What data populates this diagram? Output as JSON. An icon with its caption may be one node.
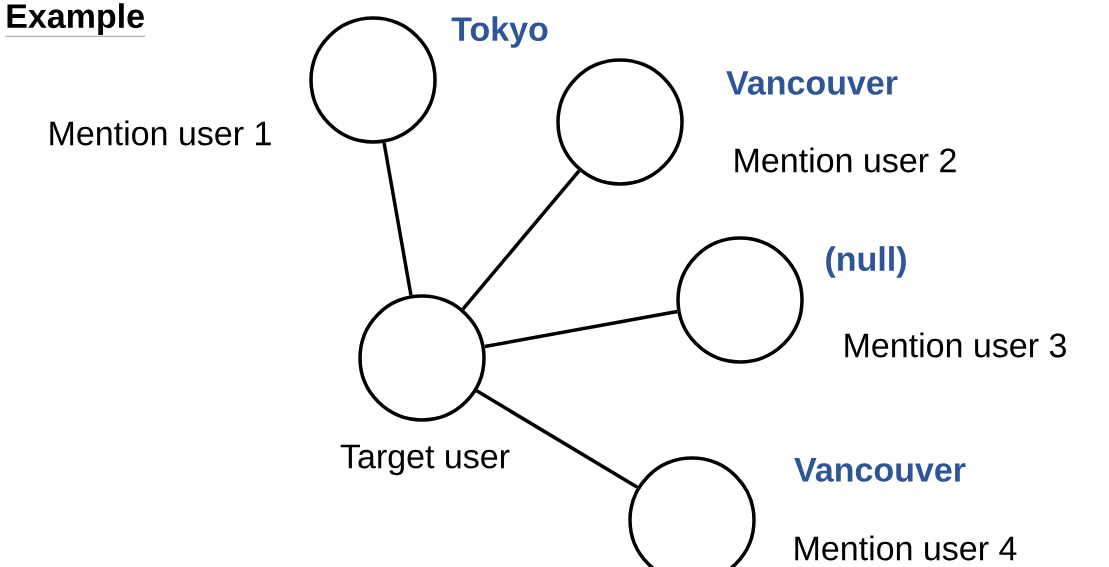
{
  "diagram": {
    "title": "Example",
    "nodes": [
      {
        "text": [],
        "shape": "circle",
        "beside": [
          "Tokyo",
          "Mention user 1"
        ]
      },
      {
        "text": [],
        "shape": "circle",
        "beside": [
          "Vancouver",
          "Mention user 2"
        ]
      },
      {
        "text": [],
        "shape": "circle",
        "beside": [
          "(null)",
          "Mention user 3"
        ]
      },
      {
        "text": [],
        "shape": "circle",
        "beside": [
          "Target user"
        ]
      },
      {
        "text": [],
        "shape": "circle",
        "beside": [
          "Vancouver",
          "Mention user 4"
        ]
      }
    ],
    "edges": [
      {
        "from": 3,
        "to": 0,
        "arrow": "none"
      },
      {
        "from": 3,
        "to": 1,
        "arrow": "none"
      },
      {
        "from": 3,
        "to": 2,
        "arrow": "none"
      },
      {
        "from": 3,
        "to": 4,
        "arrow": "none"
      }
    ]
  }
}
